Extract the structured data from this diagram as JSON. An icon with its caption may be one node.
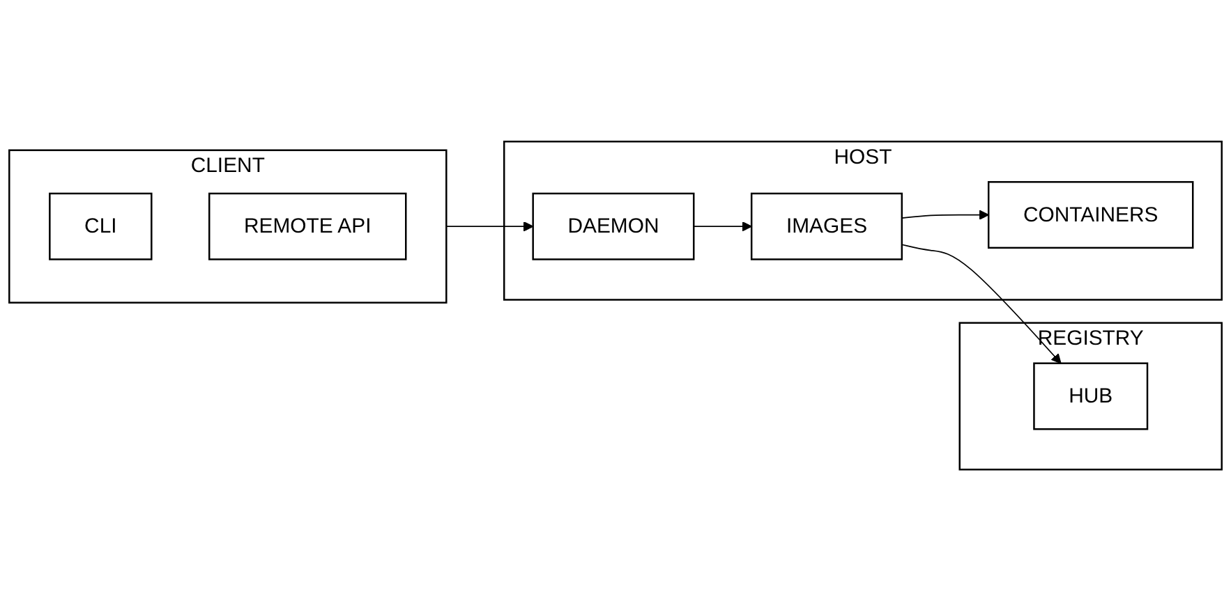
{
  "diagram": {
    "nodes": [
      {
        "text": [
          "CLIENT"
        ]
      },
      {
        "text": [
          "CLI"
        ],
        "in": 0
      },
      {
        "text": [
          "REMOTE API"
        ],
        "in": 0
      },
      {
        "text": [
          "HOST"
        ]
      },
      {
        "text": [
          "DAEMON"
        ],
        "in": 3
      },
      {
        "text": [
          "IMAGES"
        ],
        "in": 3
      },
      {
        "text": [
          "CONTAINERS"
        ],
        "in": 3
      },
      {
        "text": [
          "REGISTRY"
        ]
      },
      {
        "text": [
          "HUB"
        ],
        "in": 7
      }
    ],
    "edges": [
      {
        "from": 0,
        "to": 4,
        "arrow": "to"
      },
      {
        "from": 4,
        "to": 5,
        "arrow": "to"
      },
      {
        "from": 5,
        "to": 6,
        "arrow": "to"
      },
      {
        "from": 5,
        "to": 8,
        "arrow": "to"
      }
    ]
  }
}
